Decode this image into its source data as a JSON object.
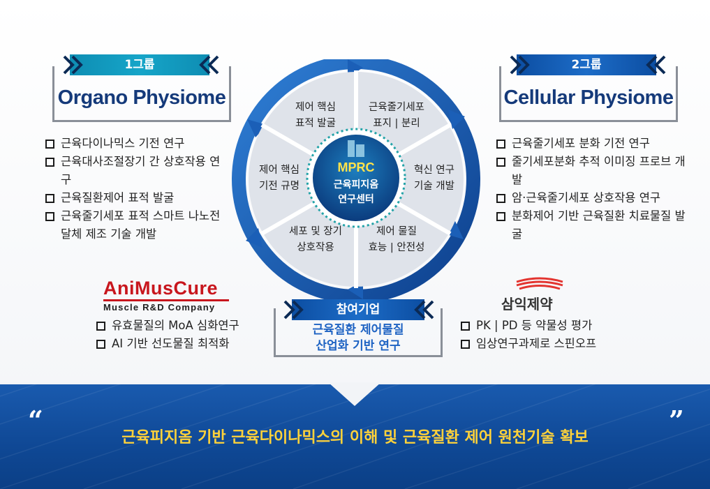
{
  "group1": {
    "label": "1그룹",
    "title": "Organo Physiome",
    "items": [
      "근육다이나믹스 기전 연구",
      "근육대사조절장기 간 상호작용 연구",
      "근육질환제어 표적 발굴",
      "근육줄기세포 표적 스마트 나노전달체 제조 기술 개발"
    ]
  },
  "group2": {
    "label": "2그룹",
    "title": "Cellular Physiome",
    "items": [
      "근육줄기세포 분화 기전 연구",
      "줄기세포분화 추적 이미징 프로브 개발",
      "암·근육줄기세포 상호작용 연구",
      "분화제어 기반 근육질환 치료물질 발굴"
    ]
  },
  "cycle": {
    "segments": [
      {
        "line1": "근육줄기세포",
        "line2": "표지 | 분리"
      },
      {
        "line1": "혁신 연구",
        "line2": "기술 개발"
      },
      {
        "line1": "제어 물질",
        "line2": "효능 | 안전성"
      },
      {
        "line1": "세포 및 장기",
        "line2": "상호작용"
      },
      {
        "line1": "제어 핵심",
        "line2": "기전 규명"
      },
      {
        "line1": "제어 핵심",
        "line2": "표적 발굴"
      }
    ],
    "center": {
      "title": "MPRC",
      "line1": "근육피지옴",
      "line2": "연구센터"
    }
  },
  "animuscure": {
    "name": "AniMusCure",
    "subtitle": "Muscle R&D Company",
    "items": [
      "유효물질의 MoA 심화연구",
      "AI 기반 선도물질 최적화"
    ]
  },
  "participation": {
    "label": "참여기업",
    "line1": "근육질환 제어물질",
    "line2": "산업화 기반 연구"
  },
  "samik": {
    "name": "삼익제약",
    "items": [
      "PK | PD 등 약물성 평가",
      "임상연구과제로 스핀오프"
    ]
  },
  "banner": {
    "open_quote": "“",
    "close_quote": "”",
    "text": "근육피지옴 기반 근육다이나믹스의 이해 및 근육질환 제어 원천기술 확보"
  },
  "colors": {
    "teal_ribbon": "#16a5c8",
    "blue_ribbon": "#1d6cc7",
    "title_navy": "#153a7a",
    "animus_red": "#c8161d",
    "banner_blue": "#0f4895",
    "banner_text": "#ffd23a"
  }
}
